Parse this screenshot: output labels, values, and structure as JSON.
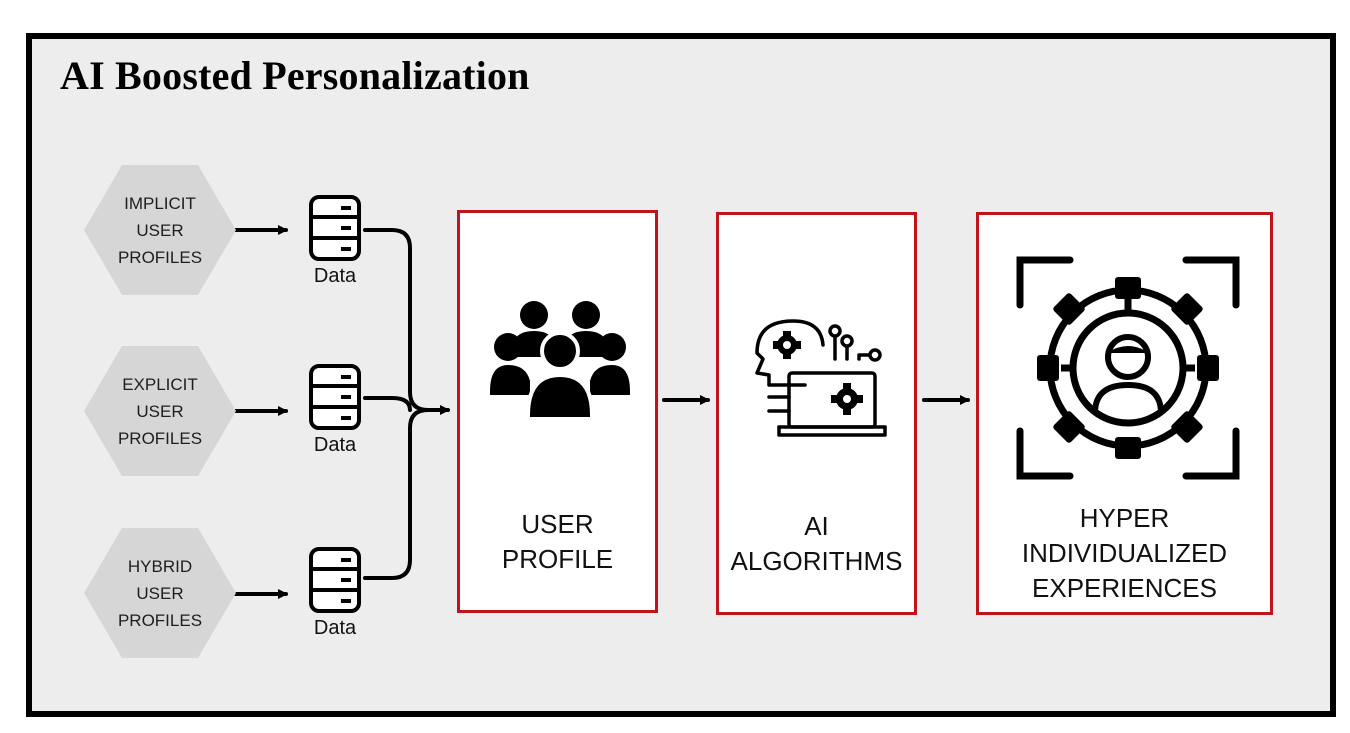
{
  "title": "AI Boosted Personalization",
  "sources": [
    {
      "lines": [
        "IMPLICIT",
        "USER",
        "PROFILES"
      ],
      "data_label": "Data"
    },
    {
      "lines": [
        "EXPLICIT",
        "USER",
        "PROFILES"
      ],
      "data_label": "Data"
    },
    {
      "lines": [
        "HYBRID",
        "USER",
        "PROFILES"
      ],
      "data_label": "Data"
    }
  ],
  "stages": [
    {
      "lines": [
        "USER",
        "PROFILE"
      ],
      "icon": "users-group-icon"
    },
    {
      "lines": [
        "AI",
        "ALGORITHMS"
      ],
      "icon": "ai-head-laptop-icon"
    },
    {
      "lines": [
        "HYPER",
        "INDIVIDUALIZED",
        "EXPERIENCES"
      ],
      "icon": "target-gear-person-icon"
    }
  ],
  "colors": {
    "frame_border": "#000000",
    "background": "#ededed",
    "stage_border": "#c0141c",
    "hexagon_fill": "#d6d6d6"
  }
}
